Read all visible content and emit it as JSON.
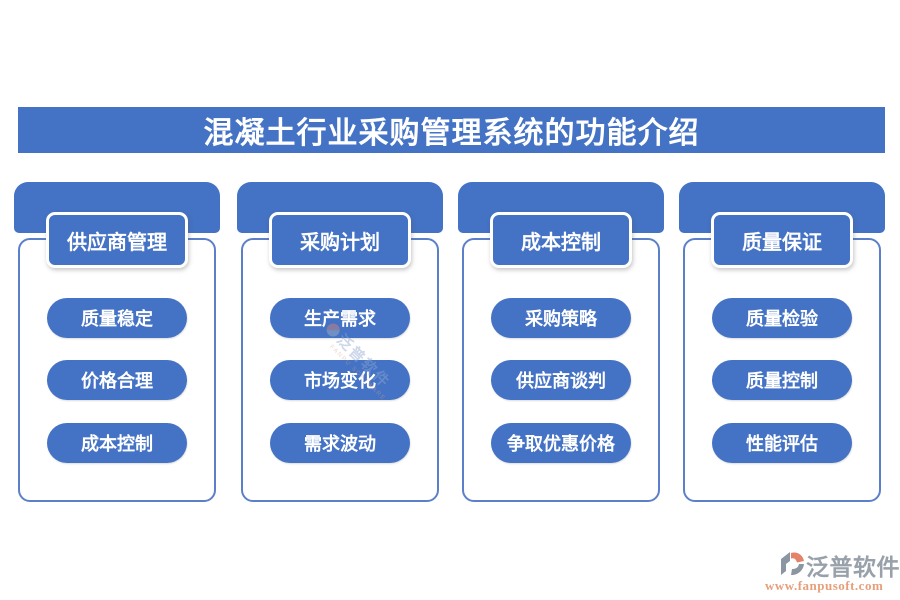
{
  "title": "混凝土行业采购管理系统的功能介绍",
  "colors": {
    "primary_blue": "#4472C4",
    "card_border_blue": "#5b80c9",
    "brand_gray": "#98A0AA",
    "brand_orange": "#E79F7B",
    "background": "#ffffff",
    "text_on_blue": "#ffffff"
  },
  "columns": [
    {
      "header": "供应商管理",
      "items": [
        "质量稳定",
        "价格合理",
        "成本控制"
      ]
    },
    {
      "header": "采购计划",
      "items": [
        "生产需求",
        "市场变化",
        "需求波动"
      ]
    },
    {
      "header": "成本控制",
      "items": [
        "采购策略",
        "供应商谈判",
        "争取优惠价格"
      ]
    },
    {
      "header": "质量保证",
      "items": [
        "质量检验",
        "质量控制",
        "性能评估"
      ]
    }
  ],
  "watermark": {
    "text": "泛普软件",
    "subtext": "FANPU SOFTWARE"
  },
  "footer": {
    "brand": "泛普软件",
    "url": "www.fanpusoft.com"
  }
}
